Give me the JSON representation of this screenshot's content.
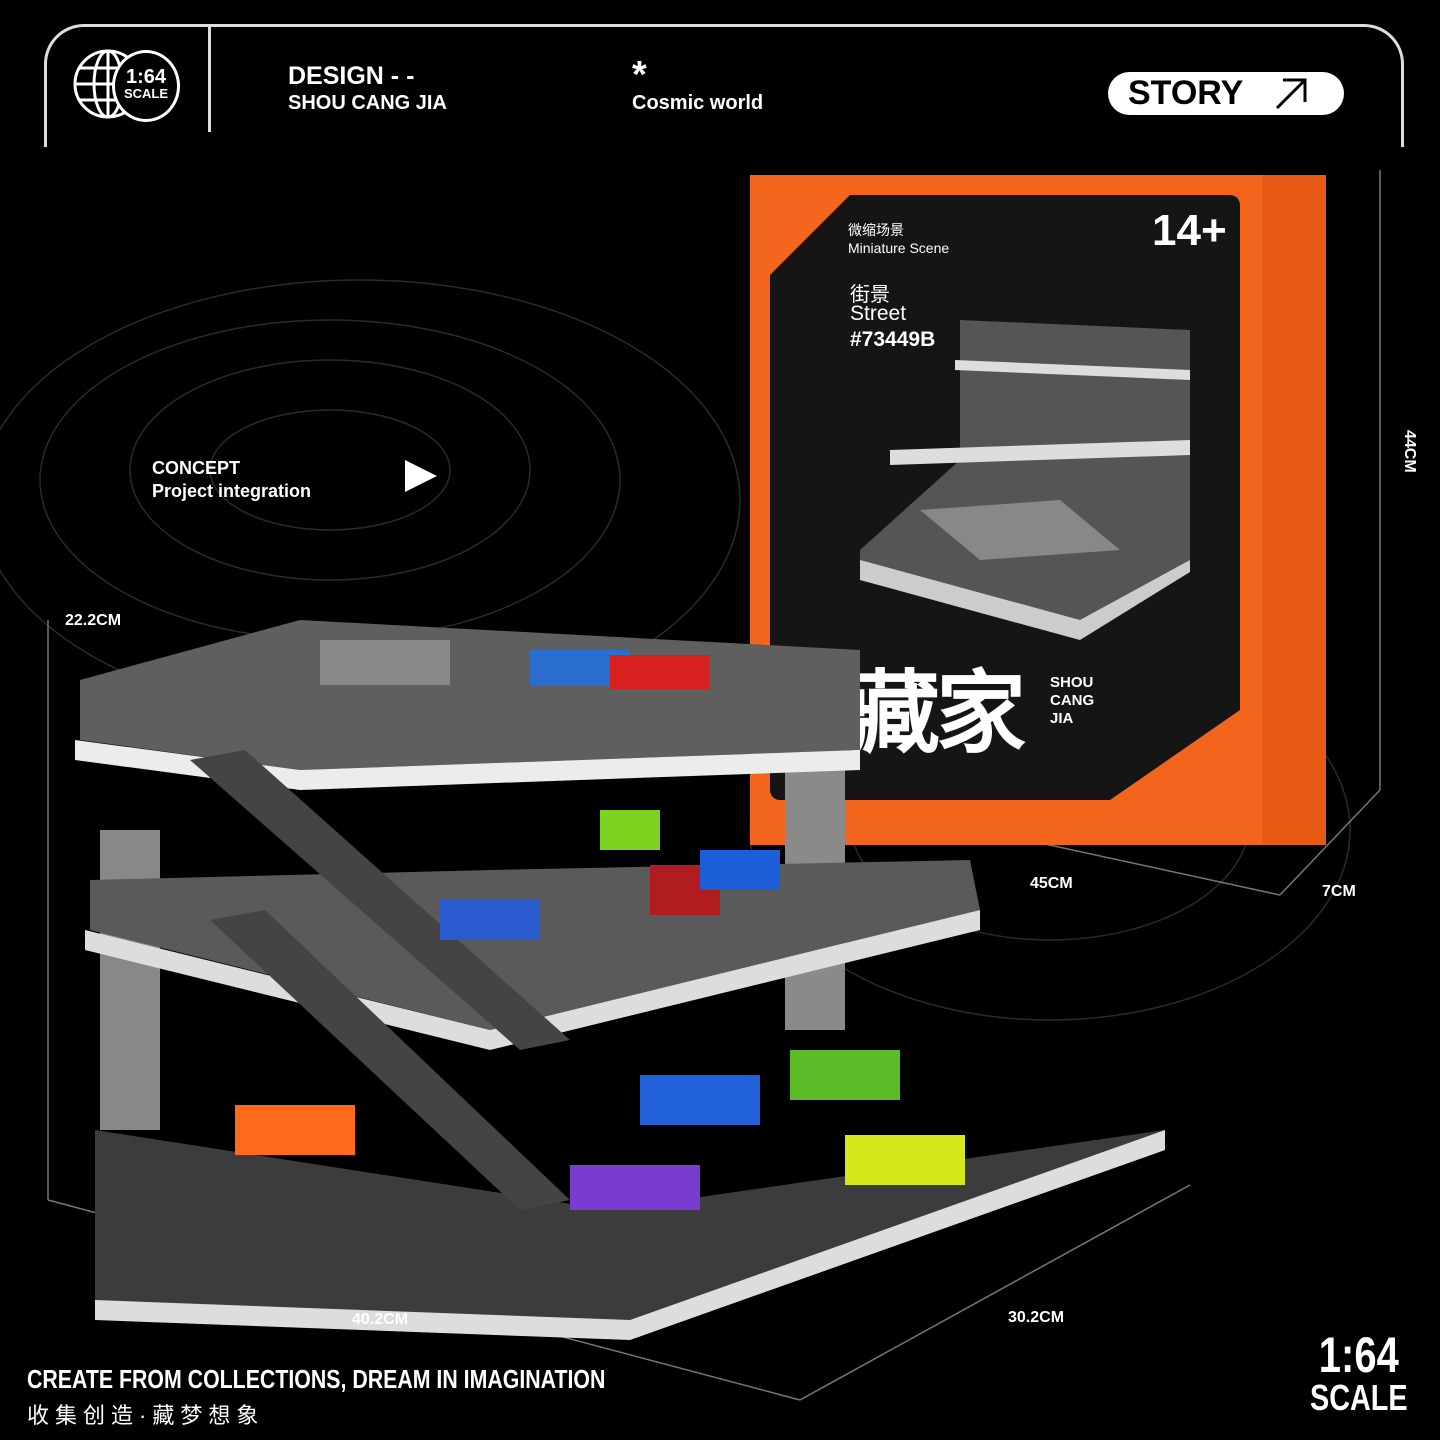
{
  "header": {
    "logo": {
      "scale": "1:64",
      "scale_word": "SCALE",
      "icon": "globe-icon"
    },
    "design_label": "DESIGN - -",
    "design_value": "SHOU CANG JIA",
    "star": "*",
    "tagline": "Cosmic world",
    "story_button": "STORY",
    "story_icon": "arrow-up-right-icon"
  },
  "concept": {
    "title": "CONCEPT",
    "subtitle": "Project integration",
    "icon": "play-icon"
  },
  "box": {
    "category_cn": "微缩场景",
    "category_en": "Miniature Scene",
    "name_cn": "街景",
    "name_en": "Street",
    "sku": "#73449B",
    "age": "14+",
    "brand_cn": "藏家",
    "brand_en_lines": [
      "SHOU",
      "CANG",
      "JIA"
    ],
    "color": "#f3641c"
  },
  "dimensions": {
    "model_height": "22.2CM",
    "model_width": "40.2CM",
    "model_depth": "30.2CM",
    "box_width": "45CM",
    "box_depth": "7CM",
    "box_height": "44CM"
  },
  "footer": {
    "slogan_en": "CREATE FROM COLLECTIONS, DREAM IN IMAGINATION",
    "slogan_cn": "收集创造·藏梦想象",
    "scale": "1:64",
    "scale_word": "SCALE"
  }
}
